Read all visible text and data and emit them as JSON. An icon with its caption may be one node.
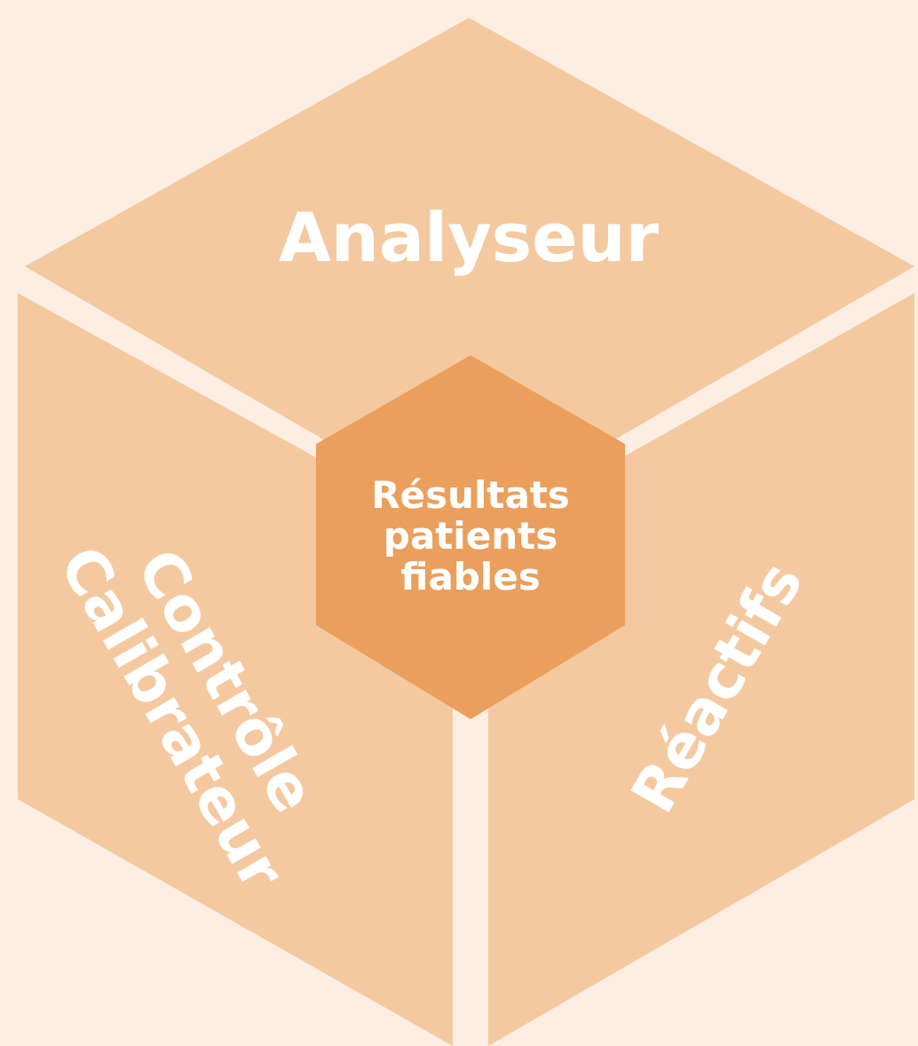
{
  "diagram": {
    "nodes": [
      {
        "text": [
          "Analyseur"
        ]
      },
      {
        "text": [
          "Contrôle Calibrateur"
        ]
      },
      {
        "text": [
          "Réactifs"
        ]
      },
      {
        "text": [
          "Résultats patients fiables"
        ]
      }
    ]
  }
}
